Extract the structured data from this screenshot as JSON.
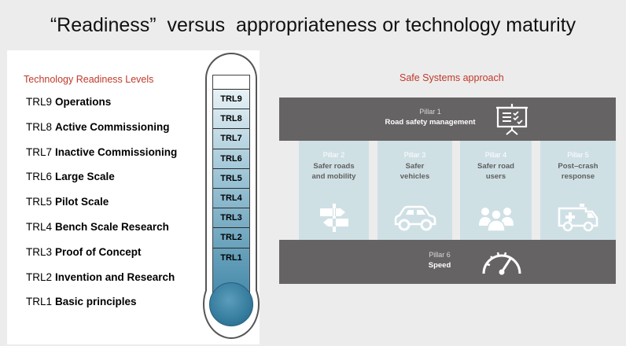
{
  "title": "“Readiness”  versus  appropriateness or technology maturity",
  "trl": {
    "heading": "Technology Readiness Levels",
    "levels": [
      {
        "code": "TRL9",
        "name": "Operations"
      },
      {
        "code": "TRL8",
        "name": "Active Commissioning"
      },
      {
        "code": "TRL7",
        "name": "Inactive Commissioning"
      },
      {
        "code": "TRL6",
        "name": "Large Scale"
      },
      {
        "code": "TRL5",
        "name": "Pilot Scale"
      },
      {
        "code": "TRL4",
        "name": "Bench Scale Research"
      },
      {
        "code": "TRL3",
        "name": "Proof of Concept"
      },
      {
        "code": "TRL2",
        "name": "Invention and Research"
      },
      {
        "code": "TRL1",
        "name": "Basic principles"
      }
    ]
  },
  "thermometer": {
    "cells": [
      "TRL9",
      "TRL8",
      "TRL7",
      "TRL6",
      "TRL5",
      "TRL4",
      "TRL3",
      "TRL2",
      "TRL1"
    ]
  },
  "safe_systems": {
    "heading": "Safe Systems approach",
    "pillar1": {
      "number": "Pillar 1",
      "name": "Road safety management",
      "icon": "presentation-board-icon"
    },
    "pillars": [
      {
        "number": "Pillar 2",
        "name_line1": "Safer roads",
        "name_line2": "and mobility",
        "icon": "signpost-icon"
      },
      {
        "number": "Pillar 3",
        "name_line1": "Safer",
        "name_line2": "vehicles",
        "icon": "car-icon"
      },
      {
        "number": "Pillar 4",
        "name_line1": "Safer road",
        "name_line2": "users",
        "icon": "people-icon"
      },
      {
        "number": "Pillar 5",
        "name_line1": "Post–crash",
        "name_line2": "response",
        "icon": "ambulance-icon"
      }
    ],
    "pillar6": {
      "number": "Pillar 6",
      "name": "Speed",
      "icon": "speedometer-icon"
    },
    "colors": {
      "bar": "#666364",
      "column": "#cfe0e5",
      "heading": "#c0392b"
    }
  }
}
